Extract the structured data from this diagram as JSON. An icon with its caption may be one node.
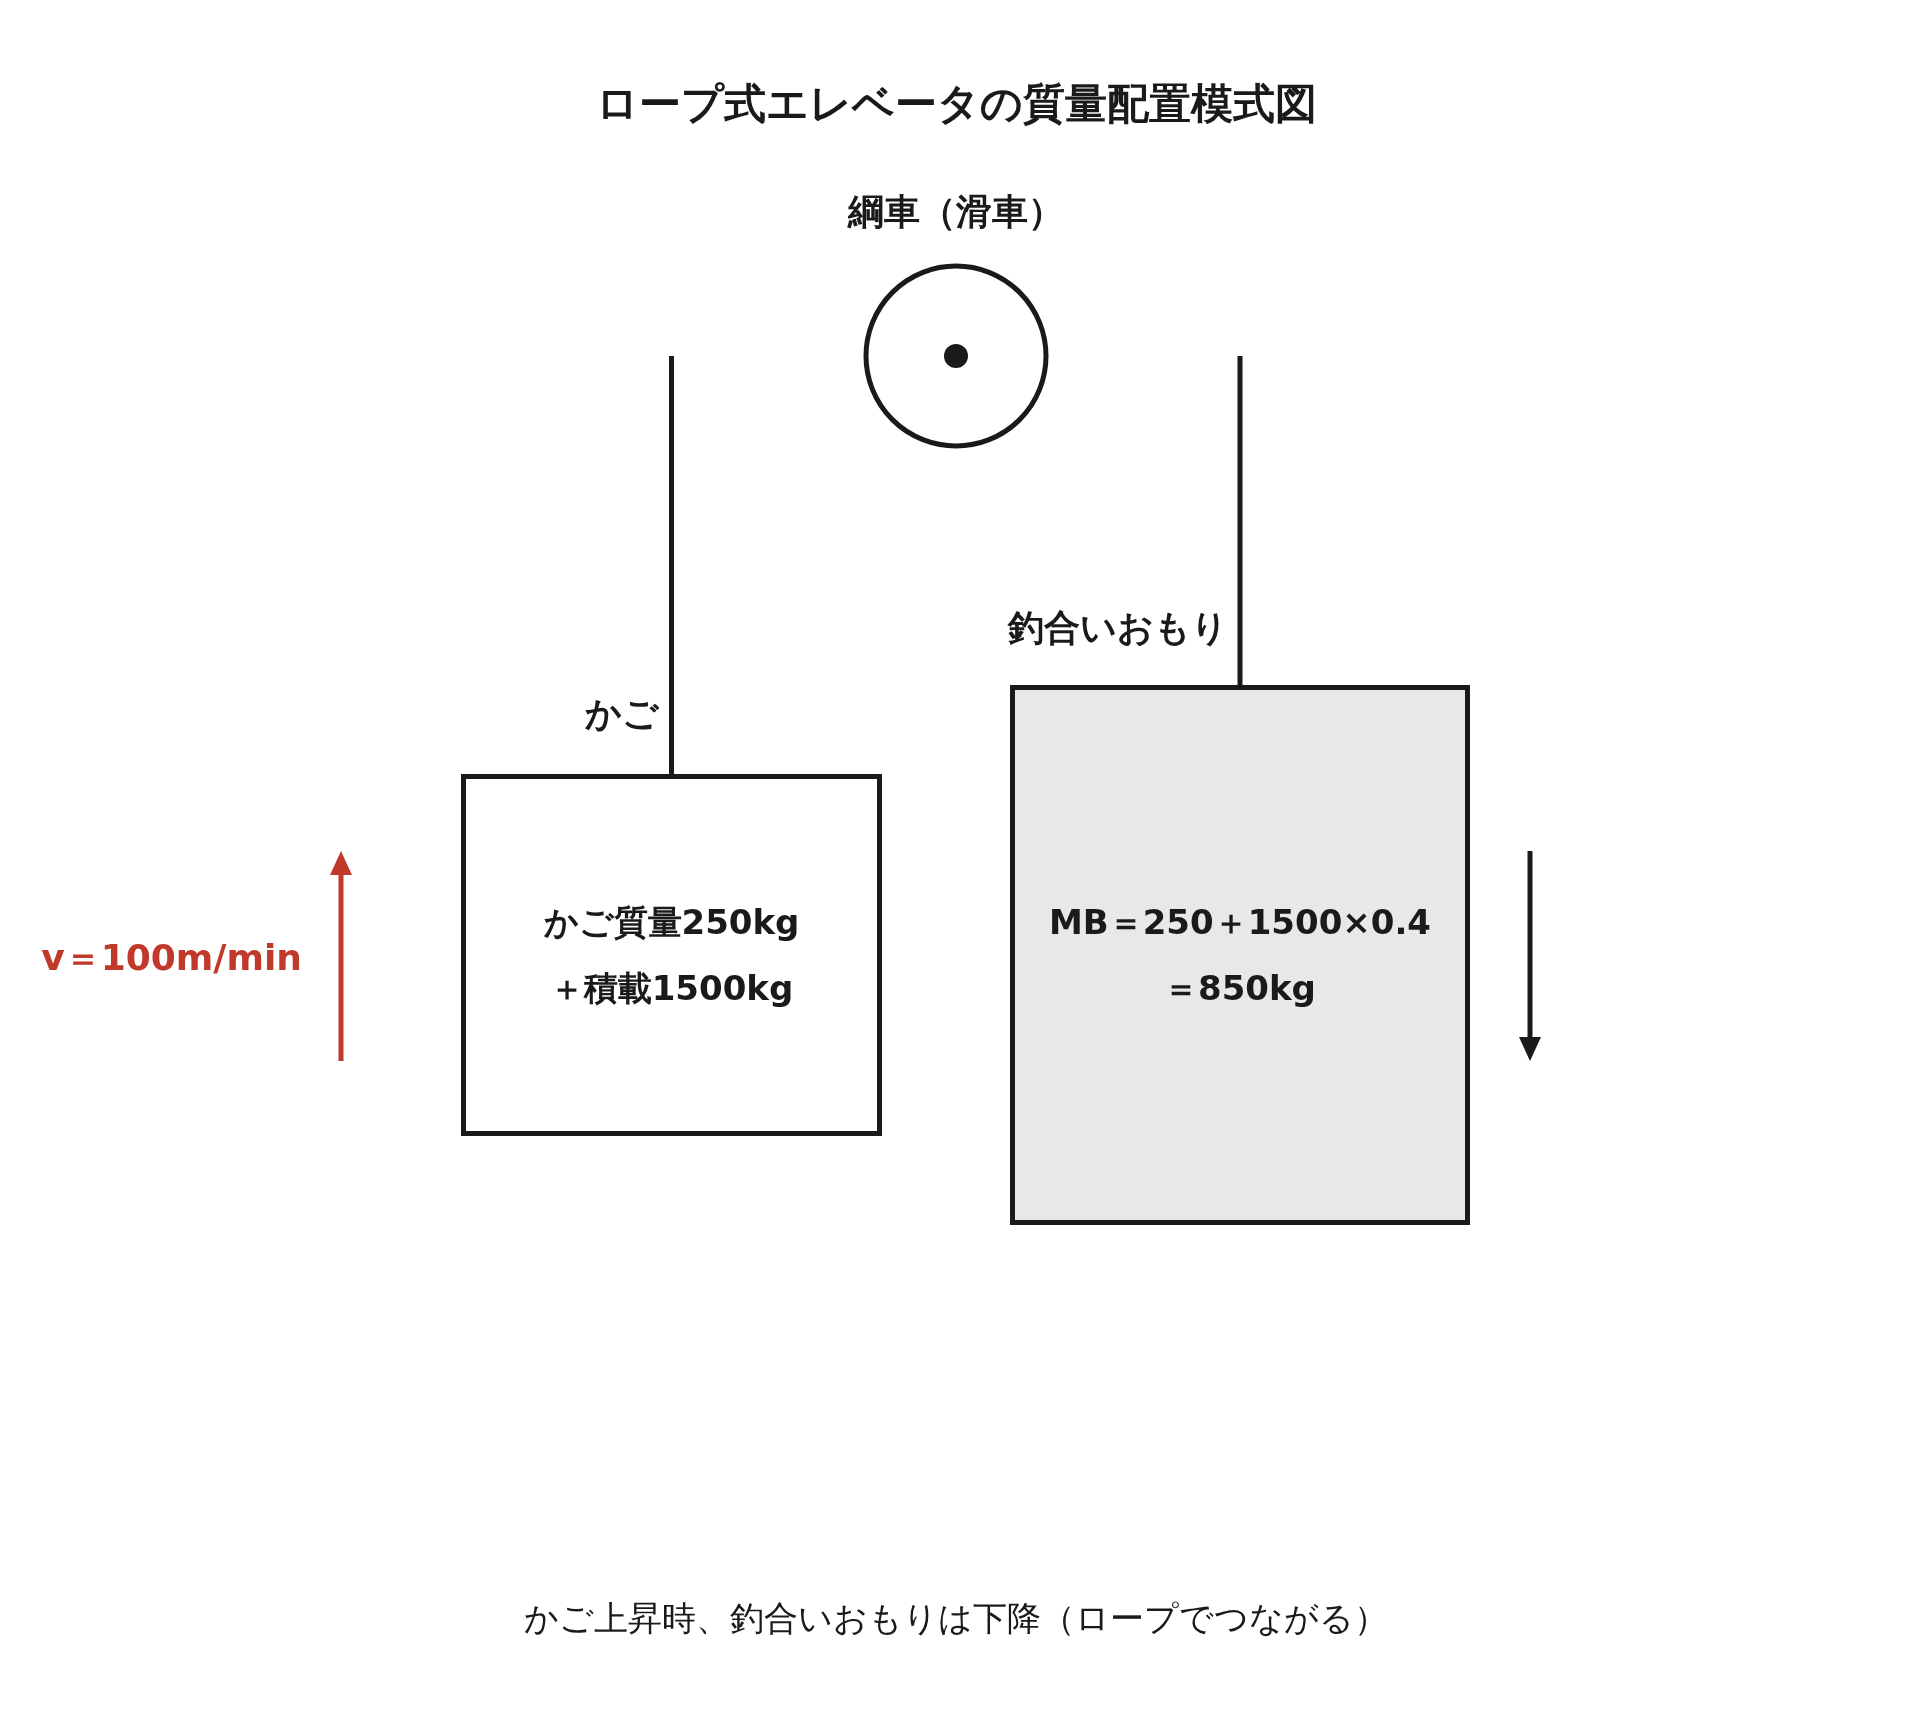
{
  "diagram": {
    "title": "ロープ式エレベータの質量配置模式図",
    "caption": "かご上昇時、釣合いおもりは下降（ロープでつながる）",
    "nodes": [
      {
        "text": [
          "綱車（滑車）"
        ]
      },
      {
        "text": [
          "かご",
          "かご質量250kg＋積載1500kg"
        ]
      },
      {
        "text": [
          "釣合いおもり",
          "MB＝250＋1500×0.4＝850kg"
        ]
      }
    ],
    "edges": [
      {
        "from": null,
        "to": 1,
        "arrow": "none"
      },
      {
        "from": null,
        "to": 2,
        "arrow": "none"
      }
    ],
    "labels": [
      "v＝100m/min"
    ]
  }
}
